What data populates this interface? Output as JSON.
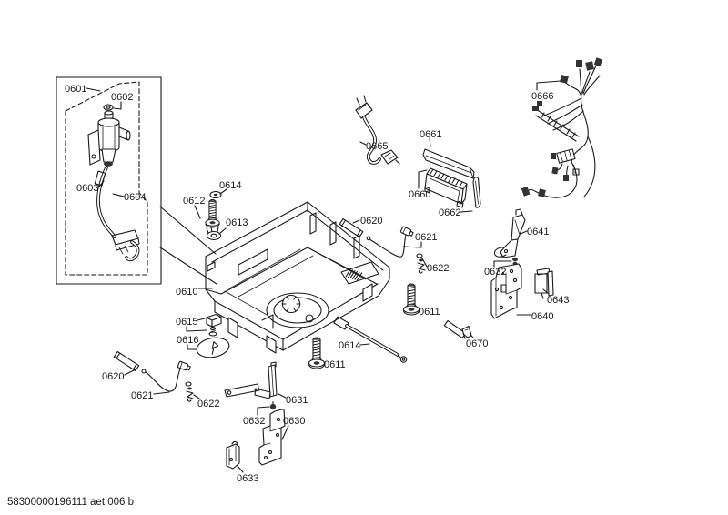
{
  "diagram": {
    "footer": "58300000196111 aet 006 b",
    "background_color": "#ffffff",
    "line_color": "#1a1a1a",
    "labels": [
      {
        "text": "0601"
      },
      {
        "text": "0602"
      },
      {
        "text": "0603"
      },
      {
        "text": "0604"
      },
      {
        "text": "0614"
      },
      {
        "text": "0612"
      },
      {
        "text": "0613"
      },
      {
        "text": "0610"
      },
      {
        "text": "0615"
      },
      {
        "text": "0616"
      },
      {
        "text": "0620"
      },
      {
        "text": "0621"
      },
      {
        "text": "0622"
      },
      {
        "text": "0660"
      },
      {
        "text": "0661"
      },
      {
        "text": "0662"
      },
      {
        "text": "0665"
      },
      {
        "text": "0666"
      },
      {
        "text": "0611"
      },
      {
        "text": "0614"
      },
      {
        "text": "0611"
      },
      {
        "text": "0670"
      },
      {
        "text": "0641"
      },
      {
        "text": "0632"
      },
      {
        "text": "0640"
      },
      {
        "text": "0643"
      },
      {
        "text": "0620"
      },
      {
        "text": "0621"
      },
      {
        "text": "0622"
      },
      {
        "text": "0631"
      },
      {
        "text": "0632"
      },
      {
        "text": "0630"
      },
      {
        "text": "0633"
      }
    ]
  }
}
